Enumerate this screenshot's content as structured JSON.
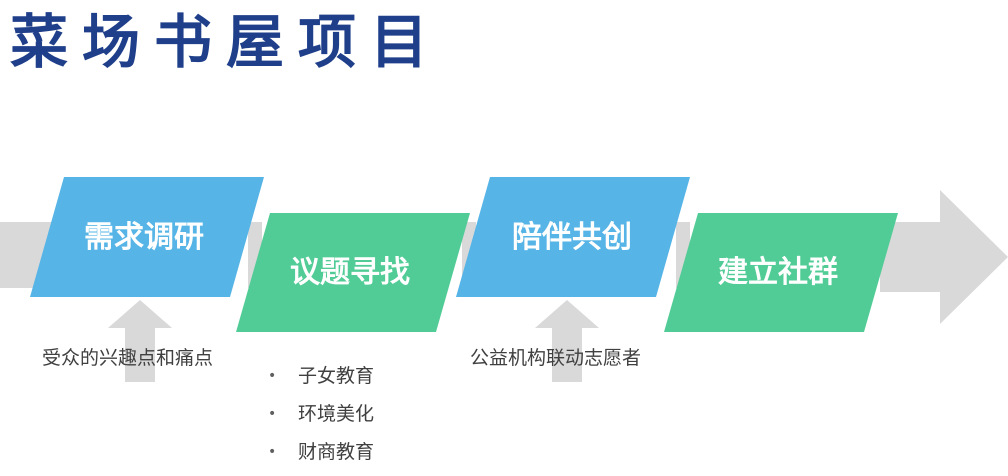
{
  "title": "菜场书屋项目",
  "colors": {
    "blue": "#56b4e6",
    "green": "#52cc96",
    "gray": "#d9d9d9",
    "title": "#1f3f8a",
    "text": "#404040"
  },
  "steps": [
    {
      "label": "需求调研"
    },
    {
      "label": "议题寻找"
    },
    {
      "label": "陪伴共创"
    },
    {
      "label": "建立社群"
    }
  ],
  "notes": {
    "step1": "受众的兴趣点和痛点",
    "step3": "公益机构联动志愿者"
  },
  "topics": [
    "子女教育",
    "环境美化",
    "财商教育"
  ]
}
